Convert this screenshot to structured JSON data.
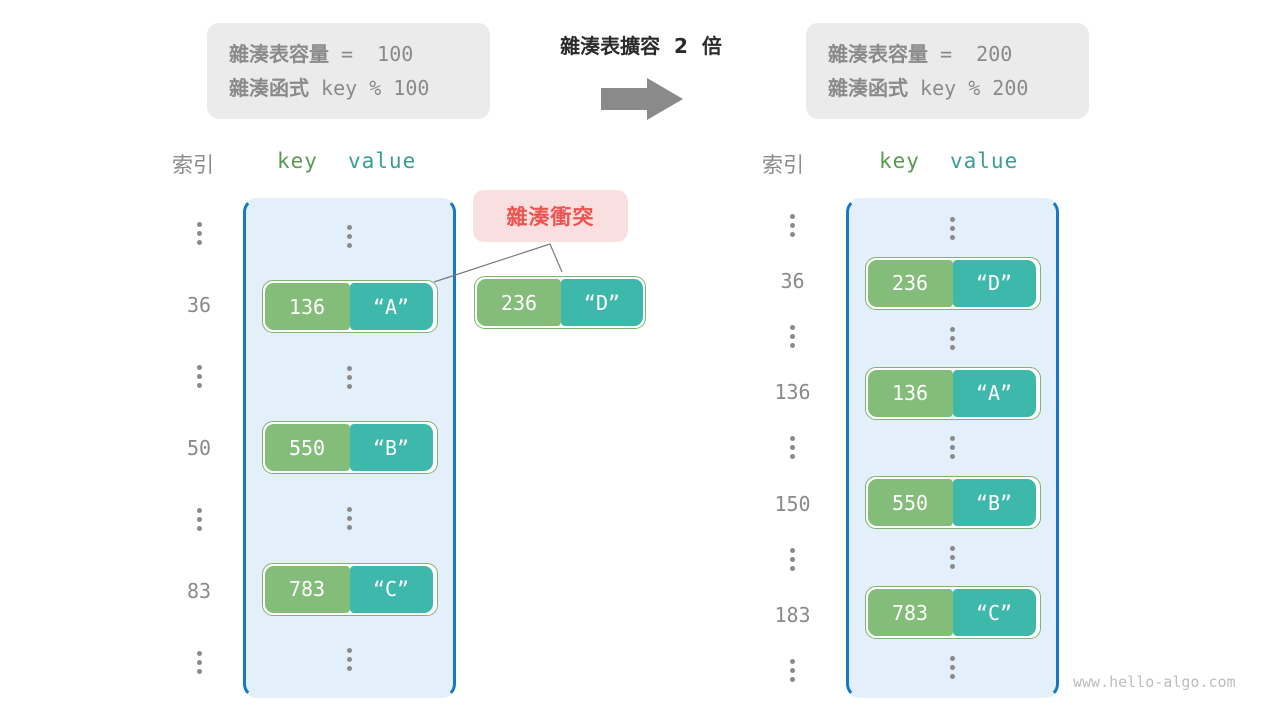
{
  "watermark": "www.hello-algo.com",
  "colors": {
    "bucket_fill": "#e3effa",
    "bucket_border": "#1878c6",
    "key_cell": "#84bd79",
    "value_cell": "#3fb8ac",
    "pair_border": "#7fb36f",
    "collision_bg": "#fadfe0",
    "collision_text": "#ef5350",
    "info_bg": "#ebebeb",
    "muted_text": "#8a8a8a",
    "arrow": "#8a8a8a"
  },
  "before": {
    "info": {
      "capacity_label": "雜湊表容量",
      "capacity_eq": " =  ",
      "capacity_value": "100",
      "function_label": "雜湊函式",
      "function_expr": " key % 100"
    },
    "headers": {
      "index": "索引",
      "key": "key",
      "value": "value"
    },
    "rows": [
      {
        "type": "dots",
        "index": "⋮"
      },
      {
        "type": "entry",
        "index": "36",
        "key": "136",
        "value": "“A”"
      },
      {
        "type": "dots",
        "index": "⋮"
      },
      {
        "type": "entry",
        "index": "50",
        "key": "550",
        "value": "“B”"
      },
      {
        "type": "dots",
        "index": "⋮"
      },
      {
        "type": "entry",
        "index": "83",
        "key": "783",
        "value": "“C”"
      },
      {
        "type": "dots",
        "index": "⋮"
      }
    ]
  },
  "transform": {
    "label": "雜湊表擴容  2  倍",
    "arrow_icon": "right-arrow-icon"
  },
  "collision": {
    "badge_label": "雜湊衝突",
    "pair": {
      "key": "236",
      "value": "“D”"
    }
  },
  "after": {
    "info": {
      "capacity_label": "雜湊表容量",
      "capacity_eq": " =  ",
      "capacity_value": "200",
      "function_label": "雜湊函式",
      "function_expr": " key % 200"
    },
    "headers": {
      "index": "索引",
      "key": "key",
      "value": "value"
    },
    "rows": [
      {
        "type": "dots",
        "index": "⋮"
      },
      {
        "type": "entry",
        "index": "36",
        "key": "236",
        "value": "“D”"
      },
      {
        "type": "dots",
        "index": "⋮"
      },
      {
        "type": "entry",
        "index": "136",
        "key": "136",
        "value": "“A”"
      },
      {
        "type": "dots",
        "index": "⋮"
      },
      {
        "type": "entry",
        "index": "150",
        "key": "550",
        "value": "“B”"
      },
      {
        "type": "dots",
        "index": "⋮"
      },
      {
        "type": "entry",
        "index": "183",
        "key": "783",
        "value": "“C”"
      },
      {
        "type": "dots",
        "index": "⋮"
      }
    ]
  }
}
